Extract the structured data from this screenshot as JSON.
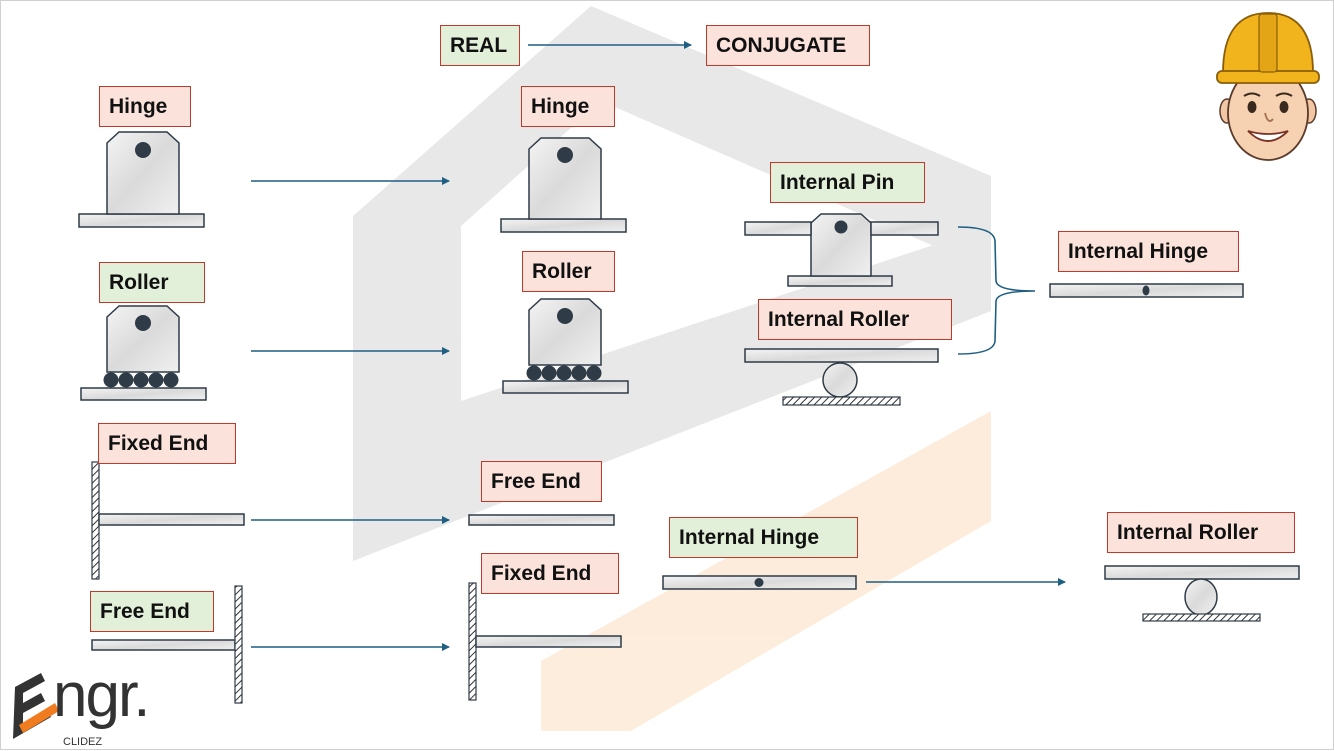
{
  "header": {
    "real": "REAL",
    "conjugate": "CONJUGATE"
  },
  "real": {
    "hinge": "Hinge",
    "roller": "Roller",
    "fixed_end": "Fixed End",
    "free_end": "Free End",
    "internal_pin": "Internal Pin",
    "internal_roller": "Internal Roller",
    "internal_hinge": "Internal Hinge"
  },
  "conjugate": {
    "hinge": "Hinge",
    "roller": "Roller",
    "free_end": "Free End",
    "fixed_end": "Fixed End",
    "internal_hinge": "Internal Hinge",
    "internal_roller": "Internal Roller"
  },
  "logo": {
    "text": "ngr.",
    "subtitle": "CLIDEZ"
  },
  "colors": {
    "real_label_bg": "#e2efd9",
    "conjugate_label_bg": "#fbe3dc",
    "label_border": "#c0392b",
    "arrow": "#1f5f82",
    "support": "#2f3b46"
  }
}
